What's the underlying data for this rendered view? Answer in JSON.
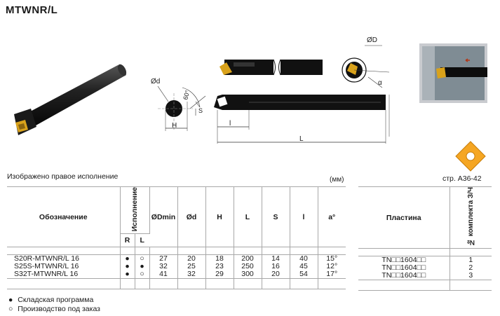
{
  "title": "MTWNR/L",
  "drawing_labels": {
    "d": "Ød",
    "D": "ØD",
    "H": "H",
    "S": "S",
    "L": "L",
    "l": "l",
    "angle": "60°",
    "alpha": "α"
  },
  "caption_left": "Изображено правое исполнение",
  "unit": "(мм)",
  "page_ref": "стр. A36-42",
  "main_table": {
    "headers": {
      "designation": "Обозначение",
      "execution": "Исполнение",
      "R": "R",
      "L": "L",
      "Dmin": "ØDmin",
      "d": "Ød",
      "H": "H",
      "Lcol": "L",
      "S": "S",
      "l": "l",
      "a": "a°"
    },
    "rows": [
      {
        "code": "S20R-MTWNR/L 16",
        "R": "●",
        "L": "○",
        "Dmin": "27",
        "d": "20",
        "H": "18",
        "Lv": "200",
        "S": "14",
        "l": "40",
        "a": "15°"
      },
      {
        "code": "S25S-MTWNR/L 16",
        "R": "●",
        "L": "●",
        "Dmin": "32",
        "d": "25",
        "H": "23",
        "Lv": "250",
        "S": "16",
        "l": "45",
        "a": "12°"
      },
      {
        "code": "S32T-MTWNR/L 16",
        "R": "●",
        "L": "○",
        "Dmin": "41",
        "d": "32",
        "H": "29",
        "Lv": "300",
        "S": "20",
        "l": "54",
        "a": "17°"
      }
    ]
  },
  "insert_table": {
    "headers": {
      "insert": "Пластина",
      "kit": "№ комплекта З/Ч"
    },
    "rows": [
      {
        "insert": "TN□□1604□□",
        "kit": "1"
      },
      {
        "insert": "TN□□1604□□",
        "kit": "2"
      },
      {
        "insert": "TN□□1604□□",
        "kit": "3"
      }
    ]
  },
  "legend": [
    {
      "symbol": "●",
      "text": "Складская программа"
    },
    {
      "symbol": "○",
      "text": "Производство под заказ"
    }
  ],
  "colors": {
    "insert": "#f5a623",
    "tool": "#1c1c1c",
    "grid": "#a8a8a8"
  }
}
